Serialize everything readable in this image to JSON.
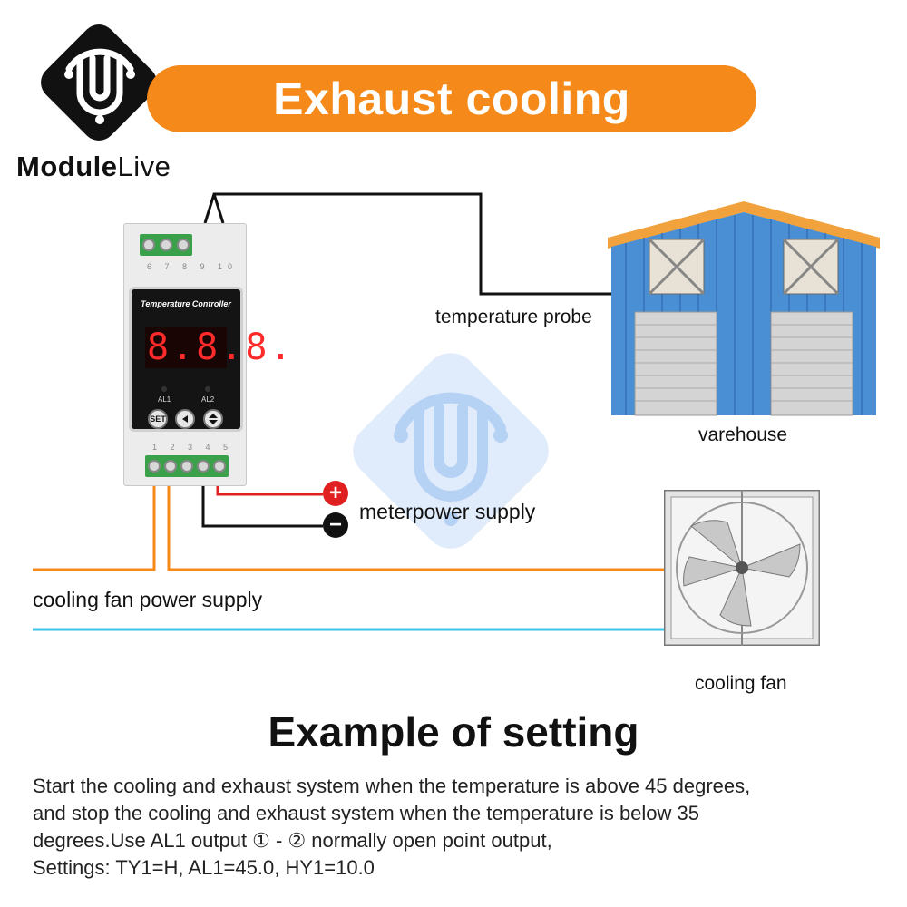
{
  "brand": {
    "name_bold": "Module",
    "name_light": "Live"
  },
  "banner": {
    "title": "Exhaust cooling"
  },
  "controller": {
    "title": "Temperature  Controller",
    "display": "8.8.8.",
    "led1": "AL1",
    "led2": "AL2",
    "set_button": "SET",
    "top_pins": "6 7 8 9 10",
    "bottom_pins": "1 2 3 4 5"
  },
  "labels": {
    "probe": "temperature probe",
    "warehouse": "varehouse",
    "meter": "meterpower supply",
    "fan_power": "cooling fan power supply",
    "fan": "cooling fan"
  },
  "power": {
    "plus": "+",
    "minus": "−"
  },
  "example": {
    "title": "Example of setting",
    "lines": [
      "Start the cooling and exhaust system when the temperature is above 45 degrees,",
      "and stop the cooling and exhaust system when the temperature is below 35",
      "degrees.Use AL1 output ① - ② normally open point output,",
      "Settings: TY1=H, AL1=45.0, HY1=10.0"
    ]
  },
  "colors": {
    "banner": "#f5891a",
    "wire_orange": "#f5891a",
    "wire_blue": "#35c6e8",
    "wire_red": "#e02020",
    "terminal_green": "#3aa04a",
    "warehouse_blue": "#4a8fd4",
    "roof_orange": "#f2a23c"
  }
}
